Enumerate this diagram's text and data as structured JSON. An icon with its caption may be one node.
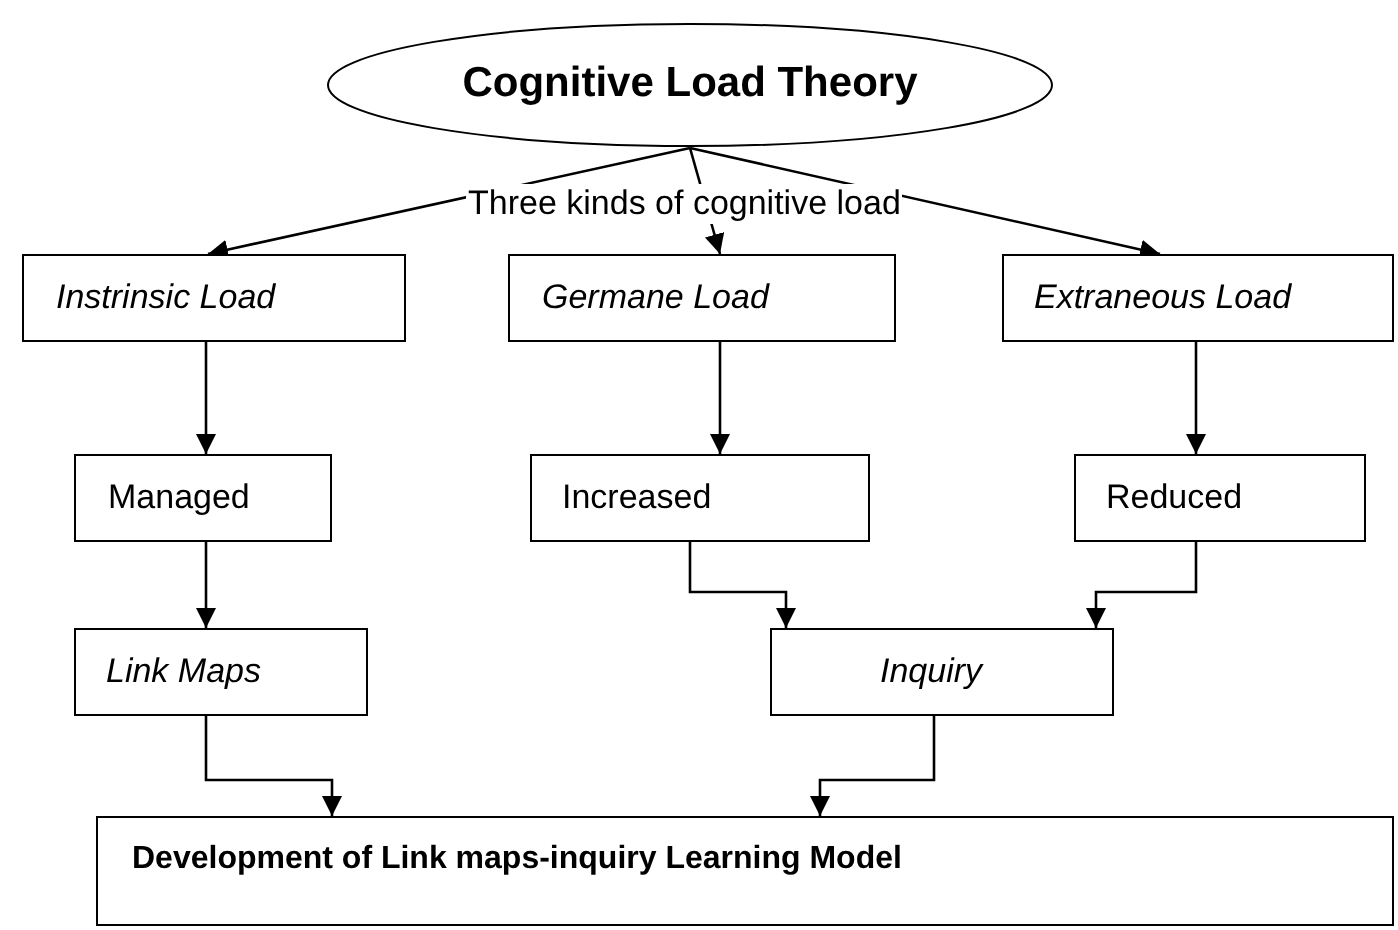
{
  "diagram": {
    "nodes": [
      {
        "text": [
          "Cognitive Load Theory"
        ]
      },
      {
        "text": [
          "Instrinsic Load"
        ]
      },
      {
        "text": [
          "Germane Load"
        ]
      },
      {
        "text": [
          "Extraneous Load"
        ]
      },
      {
        "text": [
          "Managed"
        ]
      },
      {
        "text": [
          "Increased"
        ]
      },
      {
        "text": [
          "Reduced"
        ]
      },
      {
        "text": [
          "Link Maps"
        ]
      },
      {
        "text": [
          "Inquiry"
        ]
      },
      {
        "text": [
          "Development of Link maps-inquiry Learning Model"
        ]
      }
    ],
    "edges": [
      {
        "from": 0,
        "to": 1,
        "arrow": "to"
      },
      {
        "from": 0,
        "to": 2,
        "arrow": "to"
      },
      {
        "from": 0,
        "to": 3,
        "arrow": "to"
      },
      {
        "from": 1,
        "to": 4,
        "arrow": "to"
      },
      {
        "from": 2,
        "to": 5,
        "arrow": "to"
      },
      {
        "from": 3,
        "to": 6,
        "arrow": "to"
      },
      {
        "from": 4,
        "to": 7,
        "arrow": "to"
      },
      {
        "from": 5,
        "to": 8,
        "arrow": "to"
      },
      {
        "from": 6,
        "to": 8,
        "arrow": "to"
      },
      {
        "from": 7,
        "to": 9,
        "arrow": "to"
      },
      {
        "from": 8,
        "to": 9,
        "arrow": "to"
      }
    ],
    "labels": [
      "Three kinds of cognitive load"
    ]
  }
}
